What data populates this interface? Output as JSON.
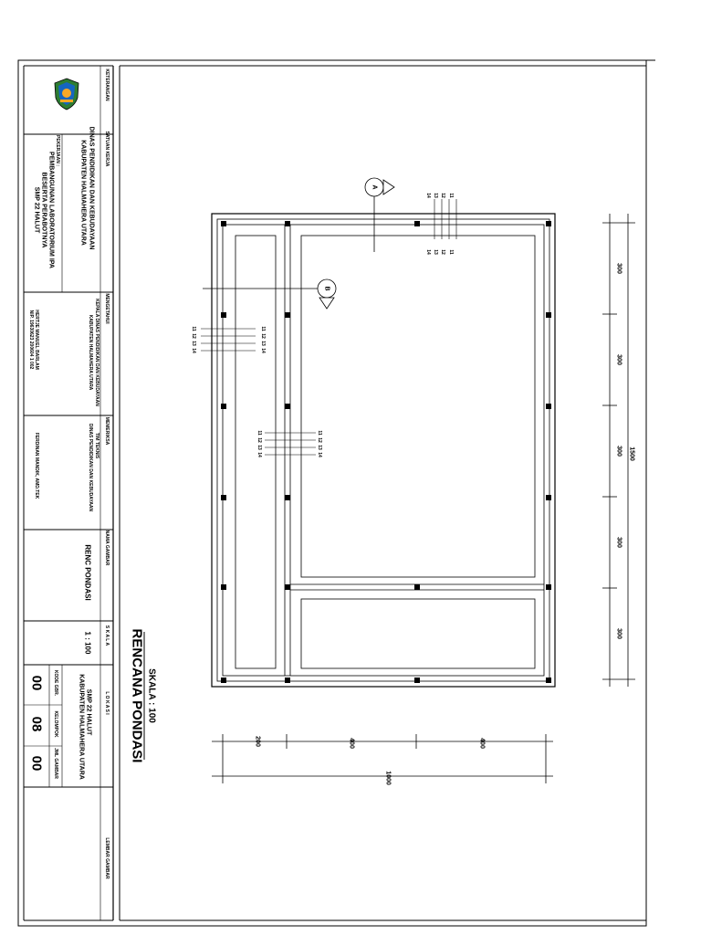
{
  "title_block": {
    "keterangan_label": "KETERANGAN",
    "satuan_label": "SATUAN KERJA",
    "satuan_line1": "DINAS PENDIDIKAN DAN KEBUDAYAAN",
    "satuan_line2": "KABUPATEN HALMAHERA UTARA",
    "pekerjaan_label": "PEKERJAAN :",
    "pekerjaan_line1": "PEMBANGUNAN LABORATORIUM IPA",
    "pekerjaan_line2": "BESERTA PERABOTNYA",
    "pekerjaan_line3": "SMP 22 HALUT",
    "mengetahui_label": "MENGETAHUI",
    "mengetahui_line1": "KEPALA DINAS PENDIDIKAN DAN KEBUDAYAAN",
    "mengetahui_line2": "KABUPATEN HALMAHERA UTARA",
    "official_name": "HERTJE MANUEL BARLAM",
    "official_nip": "NIP. 19630623 200604 1 002",
    "memeriksa_label": "MEMERIKSA",
    "tim_teknis": "TIM TEKNIS",
    "tim_line": "DINAS PENDIDIKAN DAN KEBUDAYAAN",
    "checker_name": "FERDINAN MANDIK, AMD.TEK",
    "nama_gambar_label": "NAMA GAMBAR",
    "nama_gambar_value": "RENC PONDASI",
    "skala_label": "S K A L A",
    "skala_value": "1 : 100",
    "lokasi_label": "L O K A S I",
    "lokasi_line1": "SMP 22 HALUT",
    "lokasi_line2": "KABUPATEN HALMAHERA UTARA",
    "kode_label": "KODE GBR.",
    "kode_value": "00",
    "kelompok_label": "KELOMPOK",
    "kelompok_value": "08",
    "jumlah_label": "JML GAMBAR",
    "jumlah_value": "00",
    "lembar_label": "LEMBAR GAMBAR"
  },
  "drawing": {
    "title": "RENCANA PONDASI",
    "scale": "SKALA : 100",
    "section_a": "A",
    "section_b": "B",
    "dims_right": [
      "300",
      "300",
      "300",
      "300",
      "300"
    ],
    "dim_total_right": "1500",
    "dims_bottom": [
      "200",
      "400",
      "400"
    ],
    "dim_total_bottom": "1000",
    "layer_labels_top": [
      "11",
      "12",
      "13",
      "14"
    ],
    "layer_labels_top_b": [
      "11",
      "12",
      "13",
      "14"
    ],
    "layer_labels_mid": [
      "11",
      "12",
      "13",
      "14"
    ]
  },
  "colors": {
    "line": "#000000",
    "logo_green": "#2e7d32",
    "logo_blue": "#1565c0",
    "logo_yellow": "#f9a825"
  }
}
